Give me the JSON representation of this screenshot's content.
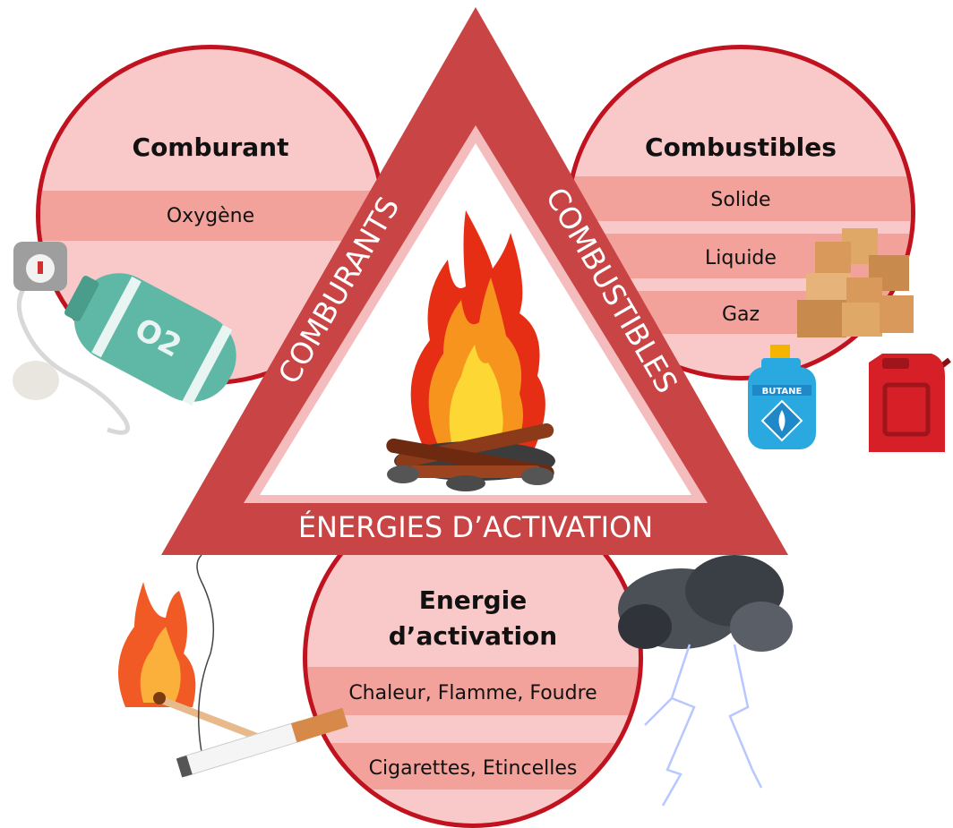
{
  "triangle": {
    "left_side": "COMBURANTS",
    "right_side": "COMBUSTIBLES",
    "bottom_side": "ÉNERGIES D’ACTIVATION"
  },
  "comburant": {
    "title": "Comburant",
    "items": [
      "Oxygène"
    ]
  },
  "combustibles": {
    "title": "Combustibles",
    "items": [
      "Solide",
      "Liquide",
      "Gaz"
    ]
  },
  "energie": {
    "title_line1": "Energie",
    "title_line2": "d’activation",
    "items": [
      "Chaleur, Flamme, Foudre",
      "Cigarettes, Etincelles"
    ]
  },
  "illustrations": {
    "oxygen_tank_label": "O2",
    "butane_label": "BUTANE"
  },
  "colors": {
    "triangle_red": "#c94444",
    "circle_border": "#c1121f",
    "circle_fill": "#f9c9c9",
    "band_fill": "#f2a29a"
  }
}
